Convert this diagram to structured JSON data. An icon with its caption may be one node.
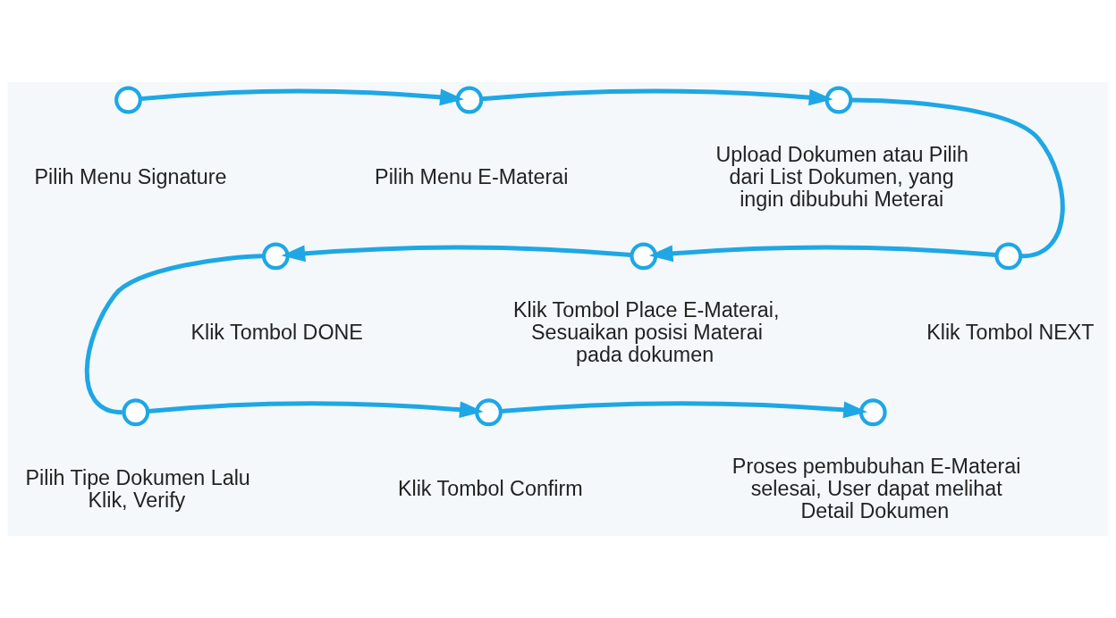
{
  "diagram": {
    "nodes": [
      {
        "text": [],
        "shape": "circle",
        "beside": [
          "Pilih Menu Signature"
        ]
      },
      {
        "text": [],
        "shape": "circle",
        "beside": [
          "Pilih Menu E-Materai"
        ]
      },
      {
        "text": [],
        "shape": "circle",
        "beside": [
          "Upload Dokumen atau Pilih dari List Dokumen, yang ingin dibubuhi Meterai"
        ]
      },
      {
        "text": [],
        "shape": "circle",
        "beside": [
          "Klik Tombol DONE"
        ]
      },
      {
        "text": [],
        "shape": "circle",
        "beside": [
          "Klik Tombol Place E-Materai, Sesuaikan posisi Materai pada dokumen"
        ]
      },
      {
        "text": [],
        "shape": "circle",
        "beside": [
          "Klik Tombol NEXT"
        ]
      },
      {
        "text": [],
        "shape": "circle",
        "beside": [
          "Pilih Tipe Dokumen Lalu Klik, Verify"
        ]
      },
      {
        "text": [],
        "shape": "circle",
        "beside": [
          "Klik Tombol Confirm"
        ]
      },
      {
        "text": [],
        "shape": "circle",
        "beside": [
          "Proses pembubuhan E-Materai selesai, User dapat melihat Detail Dokumen"
        ]
      }
    ],
    "edges": [
      {
        "from": 0,
        "to": 1,
        "arrow": "to"
      },
      {
        "from": 1,
        "to": 2,
        "arrow": "to"
      },
      {
        "from": 2,
        "to": 5,
        "arrow": "none"
      },
      {
        "from": 5,
        "to": 4,
        "arrow": "to"
      },
      {
        "from": 4,
        "to": 3,
        "arrow": "to"
      },
      {
        "from": 3,
        "to": 6,
        "arrow": "none"
      },
      {
        "from": 6,
        "to": 7,
        "arrow": "to"
      },
      {
        "from": 7,
        "to": 8,
        "arrow": "to"
      }
    ]
  }
}
